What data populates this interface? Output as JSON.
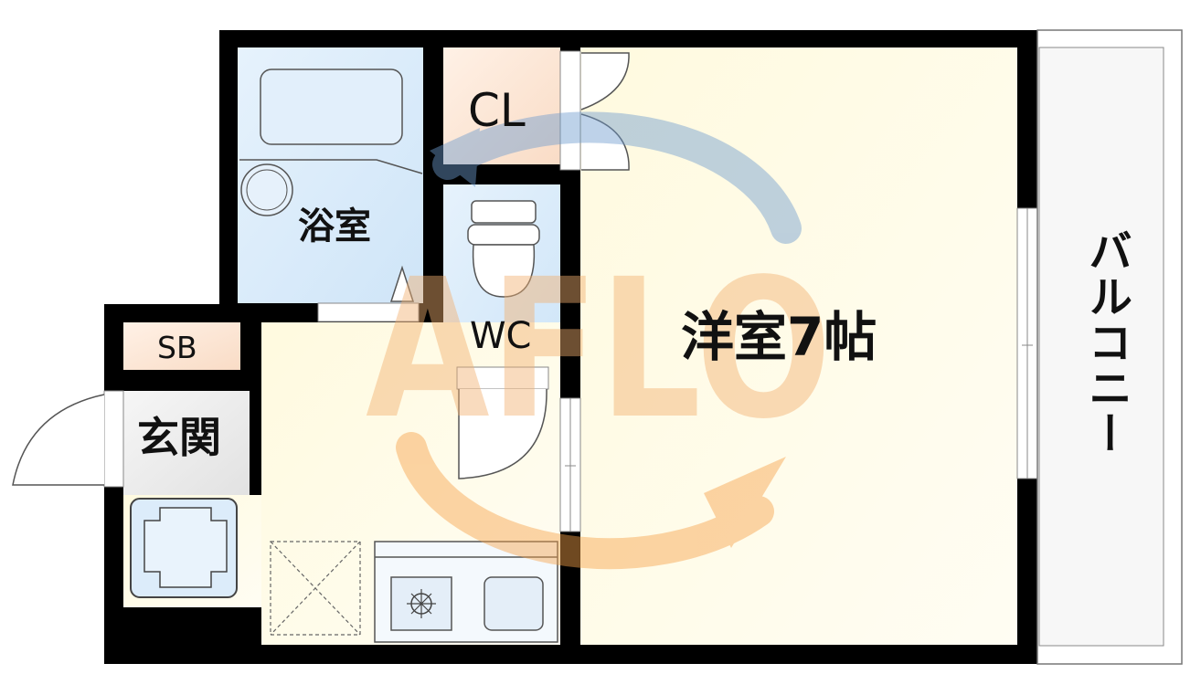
{
  "rooms": {
    "bathroom": "浴室",
    "closet": "CL",
    "toilet": "WC",
    "shoe_box": "SB",
    "entrance": "玄関",
    "western_room": "洋室7帖",
    "balcony": "バルコニー"
  },
  "watermark": {
    "text": "AFLO"
  },
  "colors": {
    "wall": "#000000",
    "bathroom_fill": "#dcedfb",
    "closet_fill": "#fde6d4",
    "floor_fill": "#fffbe6",
    "entrance_fill": "#ececec",
    "watermark_orange": "#f7a24a",
    "watermark_blue": "#6e9ccf"
  }
}
